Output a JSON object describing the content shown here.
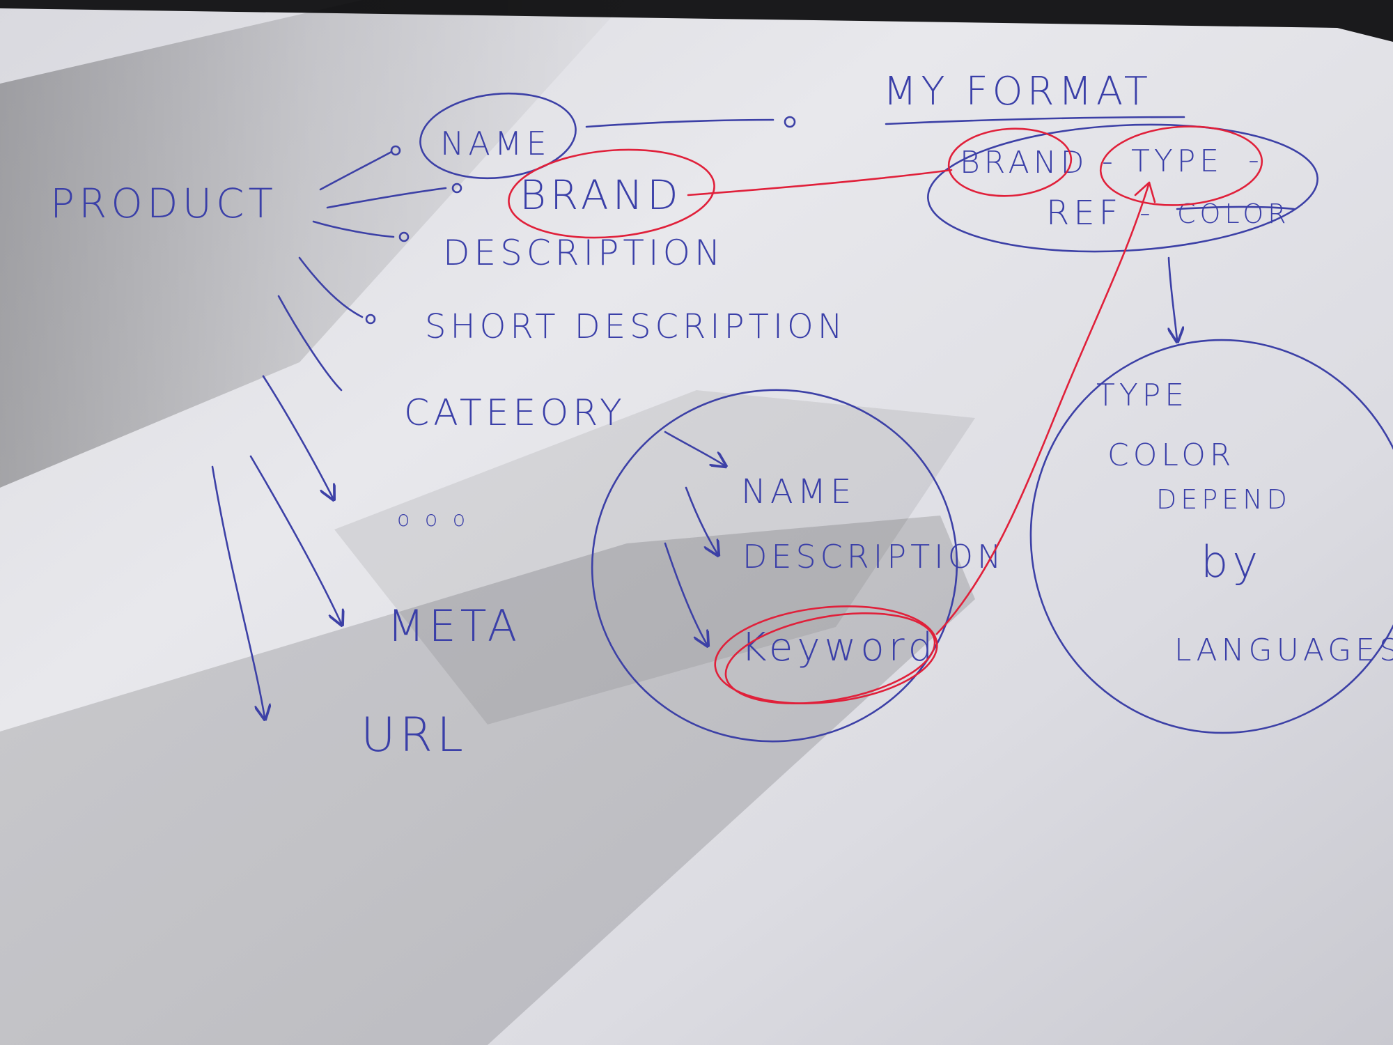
{
  "diagram": {
    "root": "PRODUCT",
    "fields": {
      "name": "NAME",
      "brand": "BRAND",
      "description": "DESCRIPTION",
      "short_description": "SHORT DESCRIPTION",
      "category": "CATEEORY",
      "ellipsis": "o o o",
      "meta": "META",
      "url": "URL"
    },
    "category_group": {
      "name": "NAME",
      "description": "DESCRIPTION",
      "keyword": "Keyword"
    },
    "format": {
      "title": "MY FORMAT",
      "brand": "BRAND",
      "sep1": "-",
      "type": "TYPE",
      "sep2": "-",
      "ref": "REF",
      "sep3": "-",
      "color": "COLOR"
    },
    "language_note": {
      "line1": "TYPE",
      "line2": "COLOR",
      "line3": "DEPEND",
      "line4": "by",
      "line5": "LANGUAGES"
    },
    "colors": {
      "ink_blue": "#3a3fa8",
      "ink_red": "#e0203a",
      "paper": "#e6e6ea"
    }
  }
}
